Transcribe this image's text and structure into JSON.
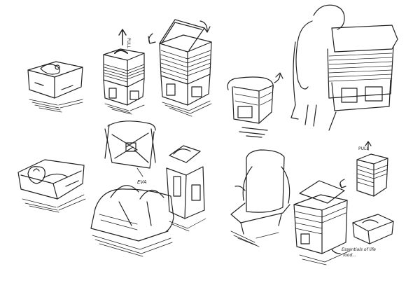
{
  "sheet": {
    "background": "#ffffff",
    "ink_color": "#222222",
    "annotations": {
      "pull_top": "PULL",
      "pull_right": "PULL",
      "material": "EVA",
      "essentials_line1": "Essentials of life",
      "essentials_line2": "food..."
    }
  }
}
